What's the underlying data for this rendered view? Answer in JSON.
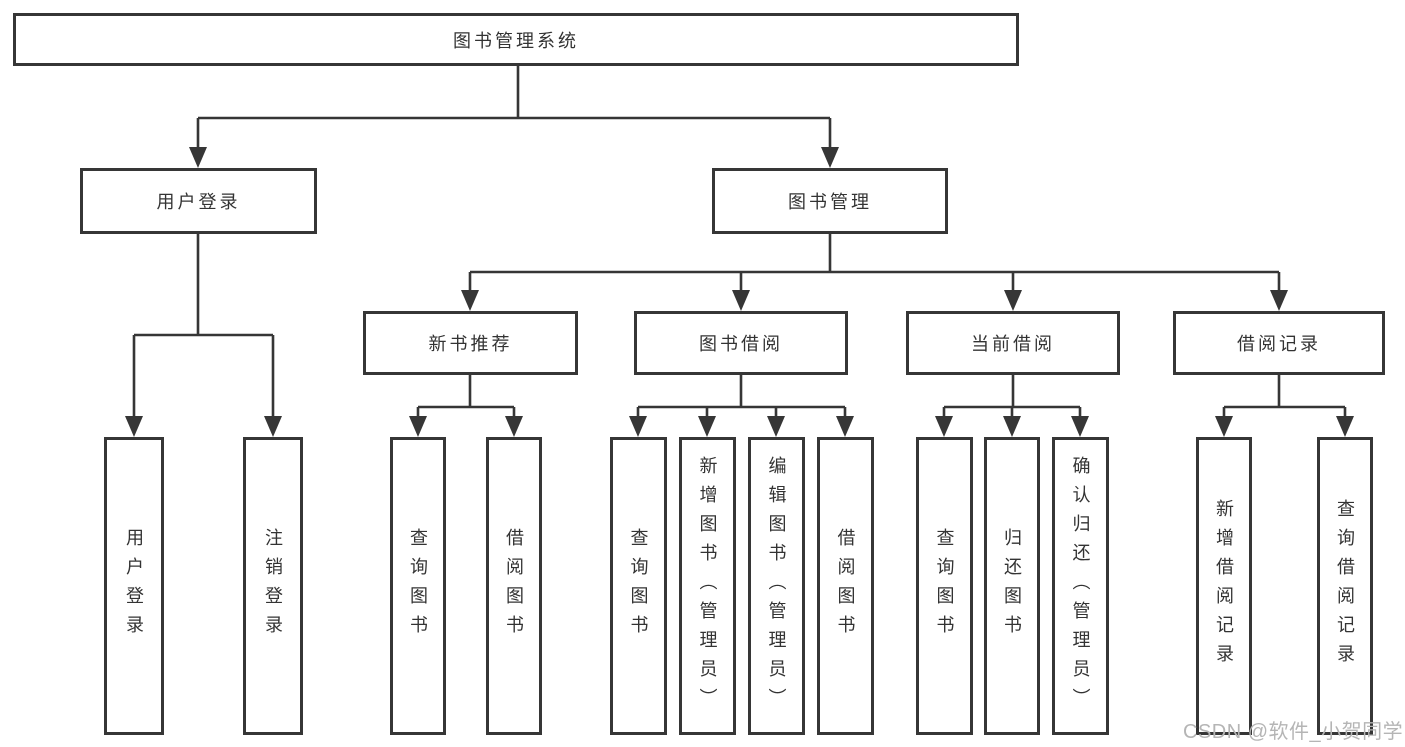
{
  "diagram": {
    "root": "图书管理系统",
    "user_login": {
      "label": "用户登录",
      "children": [
        "用户登录",
        "注销登录"
      ]
    },
    "book_mgmt": {
      "label": "图书管理",
      "modules": [
        {
          "label": "新书推荐",
          "children": [
            "查询图书",
            "借阅图书"
          ]
        },
        {
          "label": "图书借阅",
          "children": [
            "查询图书",
            "新增图书（管理员）",
            "编辑图书（管理员）",
            "借阅图书"
          ]
        },
        {
          "label": "当前借阅",
          "children": [
            "查询图书",
            "归还图书",
            "确认归还（管理员）"
          ]
        },
        {
          "label": "借阅记录",
          "children": [
            "新增借阅记录",
            "查询借阅记录"
          ]
        }
      ]
    },
    "watermark": "CSDN @软件_小贺同学",
    "colors": {
      "line": "#363636",
      "text": "#333333",
      "watermark": "#b5b5b5",
      "background": "#ffffff"
    }
  }
}
